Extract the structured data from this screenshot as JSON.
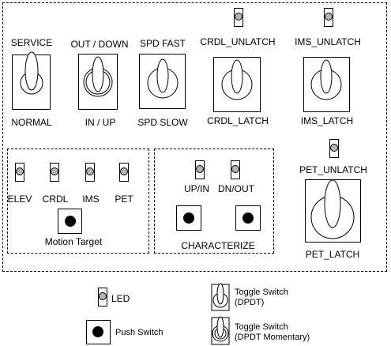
{
  "switches": {
    "service": {
      "top": "SERVICE",
      "bottom": "NORMAL"
    },
    "out_down": {
      "top": "OUT / DOWN",
      "bottom": "IN / UP"
    },
    "spd": {
      "top": "SPD FAST",
      "bottom": "SPD SLOW"
    },
    "crdl": {
      "top": "CRDL_UNLATCH",
      "bottom": "CRDL_LATCH"
    },
    "ims": {
      "top": "IMS_UNLATCH",
      "bottom": "IMS_LATCH"
    },
    "pet": {
      "top": "PET_UNLATCH",
      "bottom": "PET_LATCH"
    }
  },
  "leds": {
    "elev": "ELEV",
    "crdl": "CRDL",
    "ims": "IMS",
    "pet": "PET",
    "up_in": "UP/IN",
    "dn_out": "DN/OUT"
  },
  "buttons": {
    "motion_target": "Motion Target",
    "characterize": "CHARACTERIZE"
  },
  "legend": {
    "led": "LED",
    "push": "Push Switch",
    "toggle_line1": "Toggle Switch",
    "toggle_line2": "(DPDT)",
    "toggle_mom_line1": "Toggle Switch",
    "toggle_mom_line2": "(DPDT Momentary)"
  }
}
